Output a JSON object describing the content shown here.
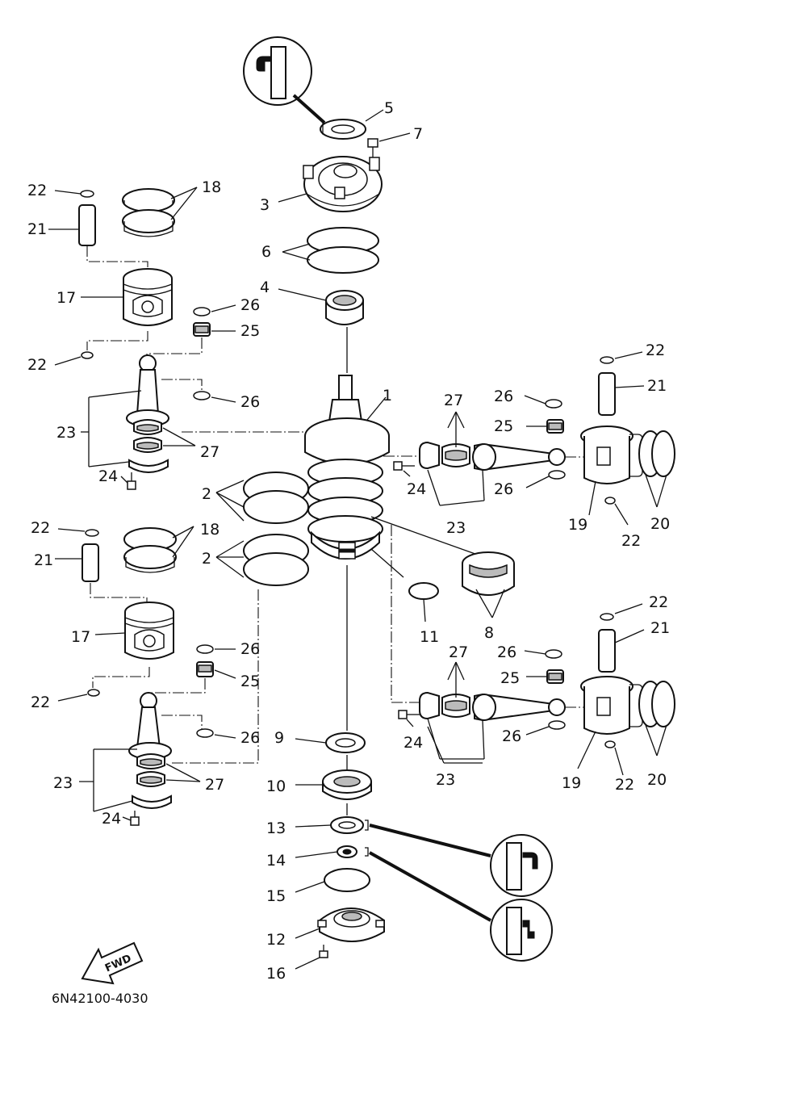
{
  "diagram_code": "6N42100-4030",
  "fwd_label": "FWD",
  "callouts": {
    "c1": "1",
    "c2a": "2",
    "c2b": "2",
    "c3": "3",
    "c4": "4",
    "c5": "5",
    "c6": "6",
    "c7": "7",
    "c8": "8",
    "c9": "9",
    "c10": "10",
    "c11": "11",
    "c12": "12",
    "c13": "13",
    "c14": "14",
    "c15": "15",
    "c16": "16",
    "c17a": "17",
    "c17b": "17",
    "c18a": "18",
    "c18b": "18",
    "c19a": "19",
    "c19b": "19",
    "c20a": "20",
    "c20b": "20",
    "c21a": "21",
    "c21b": "21",
    "c21c": "21",
    "c21d": "21",
    "c22a": "22",
    "c22b": "22",
    "c22c": "22",
    "c22d": "22",
    "c22e": "22",
    "c22f": "22",
    "c22g": "22",
    "c22h": "22",
    "c23a": "23",
    "c23b": "23",
    "c23c": "23",
    "c23d": "23",
    "c24a": "24",
    "c24b": "24",
    "c24c": "24",
    "c24d": "24",
    "c25a": "25",
    "c25b": "25",
    "c25c": "25",
    "c25d": "25",
    "c26a": "26",
    "c26b": "26",
    "c26c": "26",
    "c26d": "26",
    "c26e": "26",
    "c26f": "26",
    "c26g": "26",
    "c26h": "26",
    "c27a": "27",
    "c27b": "27",
    "c27c": "27",
    "c27d": "27"
  }
}
